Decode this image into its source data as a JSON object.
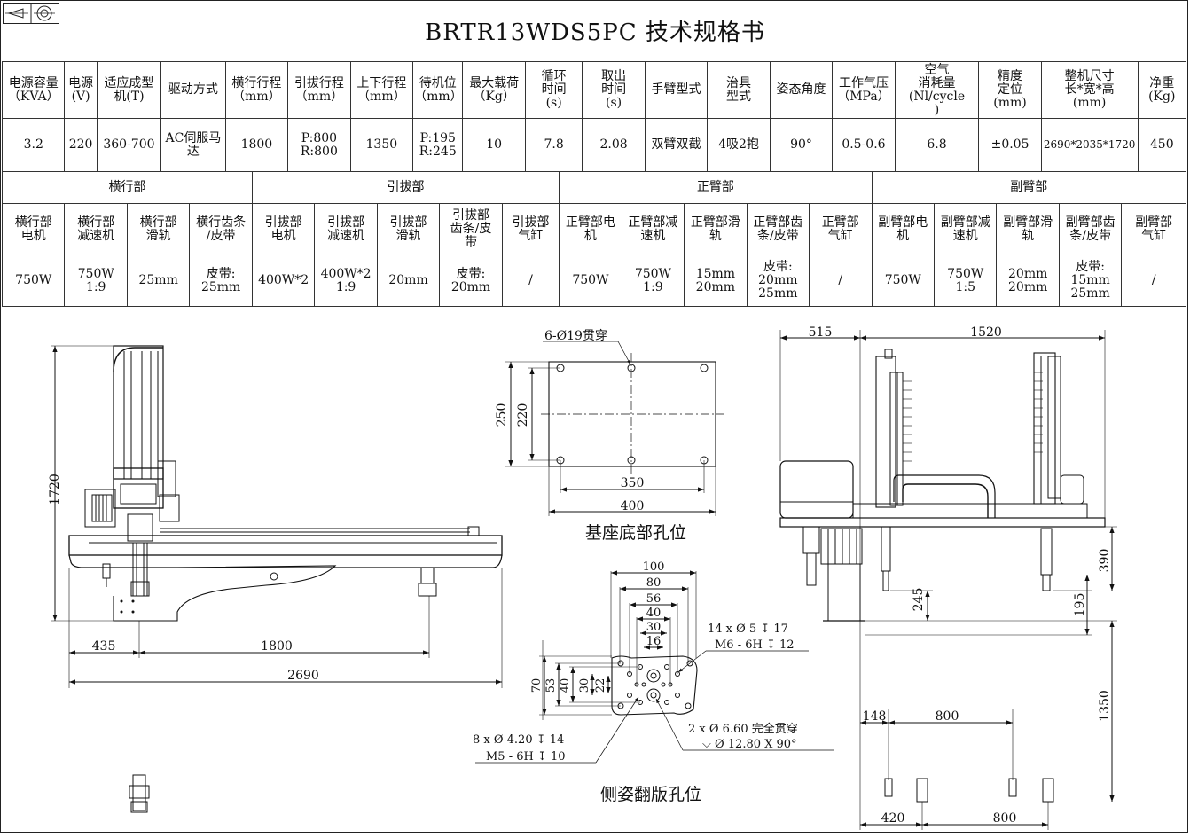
{
  "document": {
    "title": "BRTR13WDS5PC 技术规格书"
  },
  "spec_table": {
    "headers": [
      {
        "l1": "电源容量",
        "l2": "（KVA）"
      },
      {
        "l1": "电源",
        "l2": "(V)"
      },
      {
        "l1": "适应成型",
        "l2": "机(T)"
      },
      {
        "l1": "驱动方式",
        "l2": ""
      },
      {
        "l1": "横行行程",
        "l2": "（mm）"
      },
      {
        "l1": "引拔行程",
        "l2": "（mm）"
      },
      {
        "l1": "上下行程",
        "l2": "（mm）"
      },
      {
        "l1": "待机位",
        "l2": "（mm）"
      },
      {
        "l1": "最大载荷",
        "l2": "（Kg）"
      },
      {
        "l1": "循环",
        "l2": "时间",
        "l3": "(s)"
      },
      {
        "l1": "取出",
        "l2": "时间",
        "l3": "(s)"
      },
      {
        "l1": "手臂型式",
        "l2": ""
      },
      {
        "l1": "治具",
        "l2": "型式"
      },
      {
        "l1": "姿态角度",
        "l2": ""
      },
      {
        "l1": "工作气压",
        "l2": "（MPa）"
      },
      {
        "l1": "空气",
        "l2": "消耗量",
        "l3": "(Nl/cycle",
        "l4": ")"
      },
      {
        "l1": "精度",
        "l2": "定位",
        "l3": "(mm)"
      },
      {
        "l1": "整机尺寸",
        "l2": "长*宽*高",
        "l3": "(mm)"
      },
      {
        "l1": "净重",
        "l2": "(Kg)"
      }
    ],
    "values": [
      {
        "l1": "3.2"
      },
      {
        "l1": "220"
      },
      {
        "l1": "360-700"
      },
      {
        "l1": "AC伺服马",
        "l2": "达"
      },
      {
        "l1": "1800"
      },
      {
        "l1": "P:800",
        "l2": "R:800"
      },
      {
        "l1": "1350"
      },
      {
        "l1": "P:195",
        "l2": "R:245"
      },
      {
        "l1": "10"
      },
      {
        "l1": "7.8"
      },
      {
        "l1": "2.08"
      },
      {
        "l1": "双臂双截"
      },
      {
        "l1": "4吸2抱"
      },
      {
        "l1": "90°"
      },
      {
        "l1": "0.5-0.6"
      },
      {
        "l1": "6.8"
      },
      {
        "l1": "±0.05"
      },
      {
        "l1": "2690*2035*1720"
      },
      {
        "l1": "450"
      }
    ]
  },
  "component_table": {
    "groups": [
      "横行部",
      "引拔部",
      "正臂部",
      "副臂部"
    ],
    "headers": [
      {
        "l1": "横行部",
        "l2": "电机"
      },
      {
        "l1": "横行部",
        "l2": "减速机"
      },
      {
        "l1": "横行部",
        "l2": "滑轨"
      },
      {
        "l1": "横行齿条",
        "l2": "/皮带"
      },
      {
        "l1": "引拔部",
        "l2": "电机"
      },
      {
        "l1": "引拔部",
        "l2": "减速机"
      },
      {
        "l1": "引拔部",
        "l2": "滑轨"
      },
      {
        "l1": "引拔部",
        "l2": "齿条/皮",
        "l3": "带"
      },
      {
        "l1": "引拔部",
        "l2": "气缸"
      },
      {
        "l1": "正臂部电",
        "l2": "机"
      },
      {
        "l1": "正臂部减",
        "l2": "速机"
      },
      {
        "l1": "正臂部滑",
        "l2": "轨"
      },
      {
        "l1": "正臂部齿",
        "l2": "条/皮带"
      },
      {
        "l1": "正臂部",
        "l2": "气缸"
      },
      {
        "l1": "副臂部电",
        "l2": "机"
      },
      {
        "l1": "副臂部减",
        "l2": "速机"
      },
      {
        "l1": "副臂部滑",
        "l2": "轨"
      },
      {
        "l1": "副臂部齿",
        "l2": "条/皮带"
      },
      {
        "l1": "副臂部",
        "l2": "气缸"
      }
    ],
    "values": [
      {
        "l1": "750W"
      },
      {
        "l1": "750W",
        "l2": "1:9"
      },
      {
        "l1": "25mm"
      },
      {
        "l1": "皮带:",
        "l2": "25mm"
      },
      {
        "l1": "400W*2"
      },
      {
        "l1": "400W*2",
        "l2": "1:9"
      },
      {
        "l1": "20mm"
      },
      {
        "l1": "皮带:",
        "l2": "20mm"
      },
      {
        "l1": "/"
      },
      {
        "l1": "750W"
      },
      {
        "l1": "750W",
        "l2": "1:9"
      },
      {
        "l1": "15mm",
        "l2": "20mm"
      },
      {
        "l1": "皮带:",
        "l2": "20mm",
        "l3": "25mm"
      },
      {
        "l1": "/"
      },
      {
        "l1": "750W"
      },
      {
        "l1": "750W",
        "l2": "1:5"
      },
      {
        "l1": "20mm",
        "l2": "20mm"
      },
      {
        "l1": "皮带:",
        "l2": "15mm",
        "l3": "25mm"
      },
      {
        "l1": "/"
      }
    ]
  },
  "drawings": {
    "side_view": {
      "dim_height": "1720",
      "dim_left": "435",
      "dim_stroke": "1800",
      "dim_total": "2690"
    },
    "base_holes": {
      "caption": "基座底部孔位",
      "hole_note": "6-Ø19贯穿",
      "dim_h_outer": "250",
      "dim_h_inner": "220",
      "dim_w_inner": "350",
      "dim_w_outer": "400"
    },
    "flip_plate": {
      "caption": "侧姿翻版孔位",
      "dims_w": [
        "100",
        "80",
        "56",
        "40",
        "30",
        "16"
      ],
      "dims_h": [
        "70",
        "53",
        "40",
        "30",
        "22"
      ],
      "note_a1": "14 x Ø 5 ↧ 17",
      "note_a2": "M6 - 6H ↧ 12",
      "note_b1": "2 x Ø 6.60 完全贯穿",
      "note_b2": "⌵ Ø 12.80 X 90°",
      "note_c1": "8 x Ø 4.20 ↧ 14",
      "note_c2": "M5 - 6H ↧ 10"
    },
    "front_view": {
      "dim_515": "515",
      "dim_1520": "1520",
      "dim_390": "390",
      "dim_245": "245",
      "dim_195": "195",
      "dim_1350": "1350",
      "dim_148": "148",
      "dim_800a": "800",
      "dim_420": "420",
      "dim_800b": "800"
    }
  }
}
